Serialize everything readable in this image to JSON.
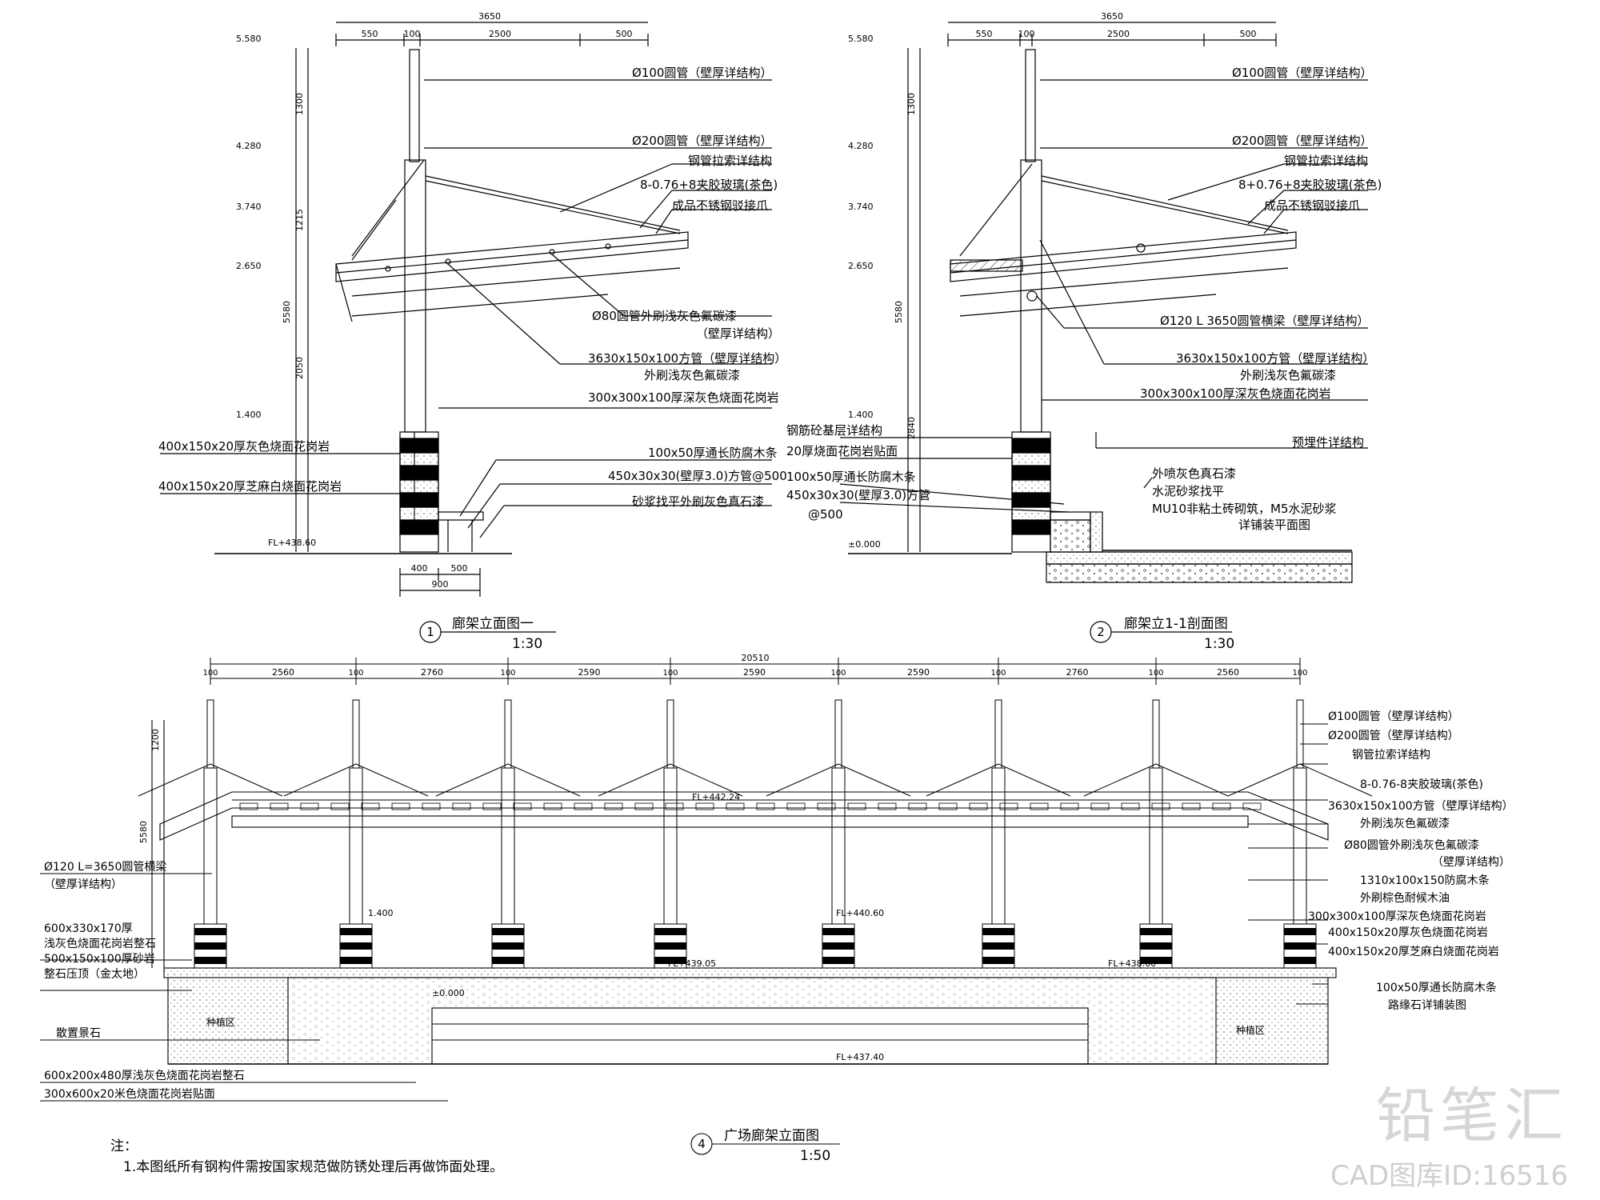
{
  "views": {
    "v1": {
      "number": "1",
      "title": "廊架立面图一",
      "scale": "1:30"
    },
    "v2": {
      "number": "2",
      "title": "廊架立1-1剖面图",
      "scale": "1:30"
    },
    "v4": {
      "number": "4",
      "title": "广场廊架立面图",
      "scale": "1:50"
    }
  },
  "dims": {
    "v1": {
      "total": "3650",
      "a": "550",
      "b": "100",
      "c": "2500",
      "d": "500",
      "h1": "1300",
      "h2": "1215",
      "h3": "5580",
      "h4": "2050",
      "w1": "400",
      "w2": "500",
      "w3": "900"
    },
    "v2": {
      "total": "3650",
      "a": "550",
      "b": "100",
      "c": "2500",
      "d": "500",
      "h1": "1300",
      "h3": "5580",
      "h4": "2840"
    },
    "v4": {
      "total": "20510",
      "spans": [
        "2560",
        "2760",
        "2590",
        "2590",
        "2590",
        "2760",
        "2560"
      ],
      "col": "100",
      "h1": "1200",
      "h2": "5580"
    }
  },
  "levels": {
    "v1": [
      "5.580",
      "4.280",
      "3.740",
      "2.650",
      "1.400",
      "FL+438.60"
    ],
    "v2": [
      "5.580",
      "4.280",
      "3.740",
      "2.650",
      "1.400",
      "±0.000"
    ],
    "v4": [
      "FL+442.24",
      "FL+440.60",
      "FL+439.05",
      "FL+438.60",
      "FL+437.40",
      "1.400",
      "±0.000"
    ]
  },
  "labels_v1": [
    "Ø100圆管（壁厚详结构）",
    "Ø200圆管（壁厚详结构）",
    "钢管拉索详结构",
    "8-0.76+8夹胶玻璃(茶色)",
    "成品不锈钢驳接爪",
    "Ø80圆管外刷浅灰色氟碳漆",
    "（壁厚详结构）",
    "3630x150x100方管（壁厚详结构）",
    "外刷浅灰色氟碳漆",
    "300x300x100厚深灰色烧面花岗岩",
    "100x50厚通长防腐木条",
    "450x30x30(壁厚3.0)方管@500",
    "砂浆找平外刷灰色真石漆"
  ],
  "labels_v1_left": [
    "400x150x20厚灰色烧面花岗岩",
    "400x150x20厚芝麻白烧面花岗岩"
  ],
  "labels_v2": [
    "Ø100圆管（壁厚详结构）",
    "Ø200圆管（壁厚详结构）",
    "钢管拉索详结构",
    "8+0.76+8夹胶玻璃(茶色)",
    "成品不锈钢驳接爪",
    "Ø120 L 3650圆管横梁（壁厚详结构）",
    "3630x150x100方管（壁厚详结构）",
    "外刷浅灰色氟碳漆",
    "300x300x100厚深灰色烧面花岗岩",
    "预埋件详结构"
  ],
  "labels_v2_left": [
    "钢筋砼基层详结构",
    "20厚烧面花岗岩贴面",
    "100x50厚通长防腐木条",
    "450x30x30(壁厚3.0)方管",
    "@500"
  ],
  "labels_v2_ground": [
    "外喷灰色真石漆",
    "水泥砂浆找平",
    "MU10非粘土砖砌筑，M5水泥砂浆",
    "详铺装平面图"
  ],
  "labels_v4_right": [
    "Ø100圆管（壁厚详结构）",
    "Ø200圆管（壁厚详结构）",
    "钢管拉索详结构",
    "8-0.76-8夹胶玻璃(茶色)",
    "3630x150x100方管（壁厚详结构）",
    "外刷浅灰色氟碳漆",
    "Ø80圆管外刷浅灰色氟碳漆",
    "（壁厚详结构）",
    "1310x100x150防腐木条",
    "外刷棕色耐候木油",
    "300x300x100厚深灰色烧面花岗岩",
    "400x150x20厚灰色烧面花岗岩",
    "400x150x20厚芝麻白烧面花岗岩",
    "100x50厚通长防腐木条",
    "路缘石详铺装图"
  ],
  "labels_v4_left": [
    "Ø120 L=3650圆管横梁",
    "（壁厚详结构）",
    "600x330x170厚",
    "浅灰色烧面花岗岩整石",
    "500x150x100厚砂岩",
    "整石压顶（金太地）",
    "散置景石",
    "600x200x480厚浅灰色烧面花岗岩整石",
    "300x600x20米色烧面花岗岩贴面"
  ],
  "zone_labels": [
    "种植区",
    "种植区"
  ],
  "notes": {
    "title": "注：",
    "item1": "1.本图纸所有钢构件需按国家规范做防锈处理后再做饰面处理。"
  },
  "watermark": {
    "brand": "铅笔汇",
    "id": "CAD图库ID:16516"
  }
}
